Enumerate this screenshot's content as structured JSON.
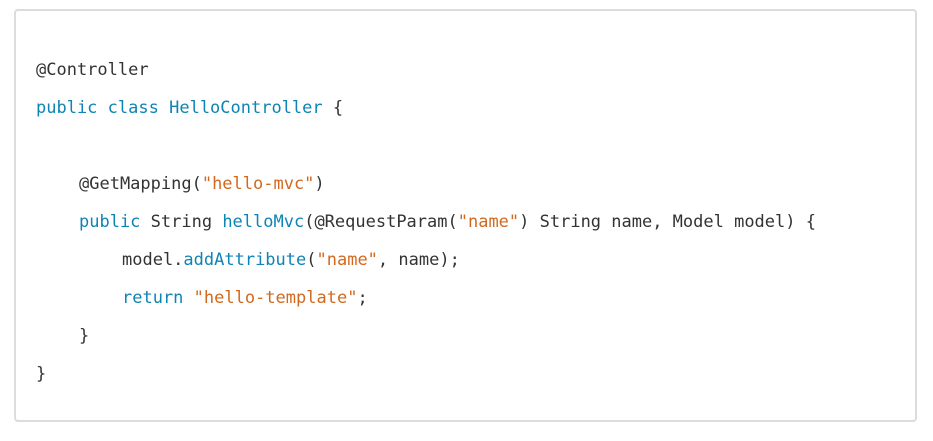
{
  "code": {
    "line1": {
      "annotation": "@Controller"
    },
    "line2": {
      "kw_public": "public",
      "kw_class": "class",
      "class_name": "HelloController",
      "brace": " {"
    },
    "line4": {
      "annotation": "@GetMapping(",
      "path": "\"hello-mvc\"",
      "close": ")"
    },
    "line5": {
      "kw_public": "public",
      "type": " String ",
      "method": "helloMvc",
      "param_open": "(@RequestParam(",
      "param_name": "\"name\"",
      "param_rest": ") String name, Model model) {"
    },
    "line6": {
      "obj": "model.",
      "method": "addAttribute",
      "open": "(",
      "arg": "\"name\"",
      "rest": ", name);"
    },
    "line7": {
      "kw_return": "return",
      "value": "\"hello-template\"",
      "semi": ";"
    },
    "line8": {
      "brace": "}"
    },
    "line9": {
      "brace": "}"
    }
  },
  "colors": {
    "keyword": "#0e84b5",
    "string": "#d2691e",
    "text": "#333333",
    "border": "#dcdcdc"
  }
}
